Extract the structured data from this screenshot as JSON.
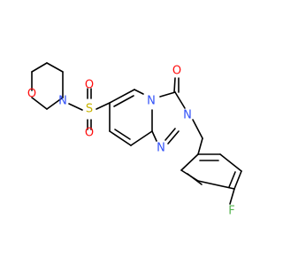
{
  "molecule": {
    "atom_labels": {
      "morpholine_oxygen": "O",
      "morpholine_nitrogen": "N",
      "sulfonyl_sulfur": "S",
      "sulfonyl_oxygen_top": "O",
      "sulfonyl_oxygen_bottom": "O",
      "bridgehead_nitrogen": "N",
      "carbonyl_oxygen": "O",
      "triazole_nitrogen_2": "N",
      "triazole_nitrogen_1": "N",
      "fluorine": "F"
    },
    "colors": {
      "carbon_bond": "#000000",
      "nitrogen": "#3050F8",
      "oxygen": "#FF0D0D",
      "sulfur": "#C8B400",
      "fluorine": "#56B450"
    }
  }
}
